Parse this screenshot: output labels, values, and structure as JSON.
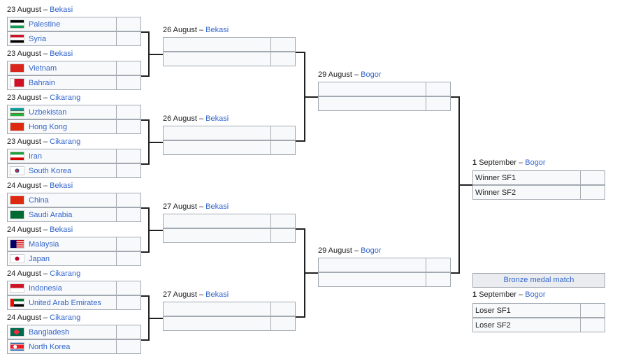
{
  "round1": [
    {
      "date": "23 August",
      "venue": "Bekasi",
      "teams": [
        {
          "name": "Palestine",
          "flag": "palestine-flag-icon"
        },
        {
          "name": "Syria",
          "flag": "syria-flag-icon"
        }
      ]
    },
    {
      "date": "23 August",
      "venue": "Bekasi",
      "teams": [
        {
          "name": "Vietnam",
          "flag": "vietnam-flag-icon"
        },
        {
          "name": "Bahrain",
          "flag": "bahrain-flag-icon"
        }
      ]
    },
    {
      "date": "23 August",
      "venue": "Cikarang",
      "teams": [
        {
          "name": "Uzbekistan",
          "flag": "uzbekistan-flag-icon"
        },
        {
          "name": "Hong Kong",
          "flag": "hong-kong-flag-icon"
        }
      ]
    },
    {
      "date": "23 August",
      "venue": "Cikarang",
      "teams": [
        {
          "name": "Iran",
          "flag": "iran-flag-icon"
        },
        {
          "name": "South Korea",
          "flag": "south-korea-flag-icon"
        }
      ]
    },
    {
      "date": "24 August",
      "venue": "Bekasi",
      "teams": [
        {
          "name": "China",
          "flag": "china-flag-icon"
        },
        {
          "name": "Saudi Arabia",
          "flag": "saudi-arabia-flag-icon"
        }
      ]
    },
    {
      "date": "24 August",
      "venue": "Bekasi",
      "teams": [
        {
          "name": "Malaysia",
          "flag": "malaysia-flag-icon"
        },
        {
          "name": "Japan",
          "flag": "japan-flag-icon"
        }
      ]
    },
    {
      "date": "24 August",
      "venue": "Cikarang",
      "teams": [
        {
          "name": "Indonesia",
          "flag": "indonesia-flag-icon"
        },
        {
          "name": "United Arab Emirates",
          "flag": "uae-flag-icon"
        }
      ]
    },
    {
      "date": "24 August",
      "venue": "Cikarang",
      "teams": [
        {
          "name": "Bangladesh",
          "flag": "bangladesh-flag-icon"
        },
        {
          "name": "North Korea",
          "flag": "north-korea-flag-icon"
        }
      ]
    }
  ],
  "quarterfinals": [
    {
      "date": "26 August",
      "venue": "Bekasi"
    },
    {
      "date": "26 August",
      "venue": "Bekasi"
    },
    {
      "date": "27 August",
      "venue": "Bekasi"
    },
    {
      "date": "27 August",
      "venue": "Bekasi"
    }
  ],
  "semifinals": [
    {
      "date": "29 August",
      "venue": "Bogor"
    },
    {
      "date": "29 August",
      "venue": "Bogor"
    }
  ],
  "final": {
    "day": "1",
    "month": "September",
    "venue": "Bogor",
    "teams": [
      "Winner SF1",
      "Winner SF2"
    ]
  },
  "bronze": {
    "title": "Bronze medal match",
    "day": "1",
    "month": "September",
    "venue": "Bogor",
    "teams": [
      "Loser SF1",
      "Loser SF2"
    ]
  },
  "colors": {
    "link": "#3366cc",
    "border": "#a2a9b1",
    "cell": "#f8f9fa",
    "header": "#eaecf0",
    "line": "#202122"
  }
}
